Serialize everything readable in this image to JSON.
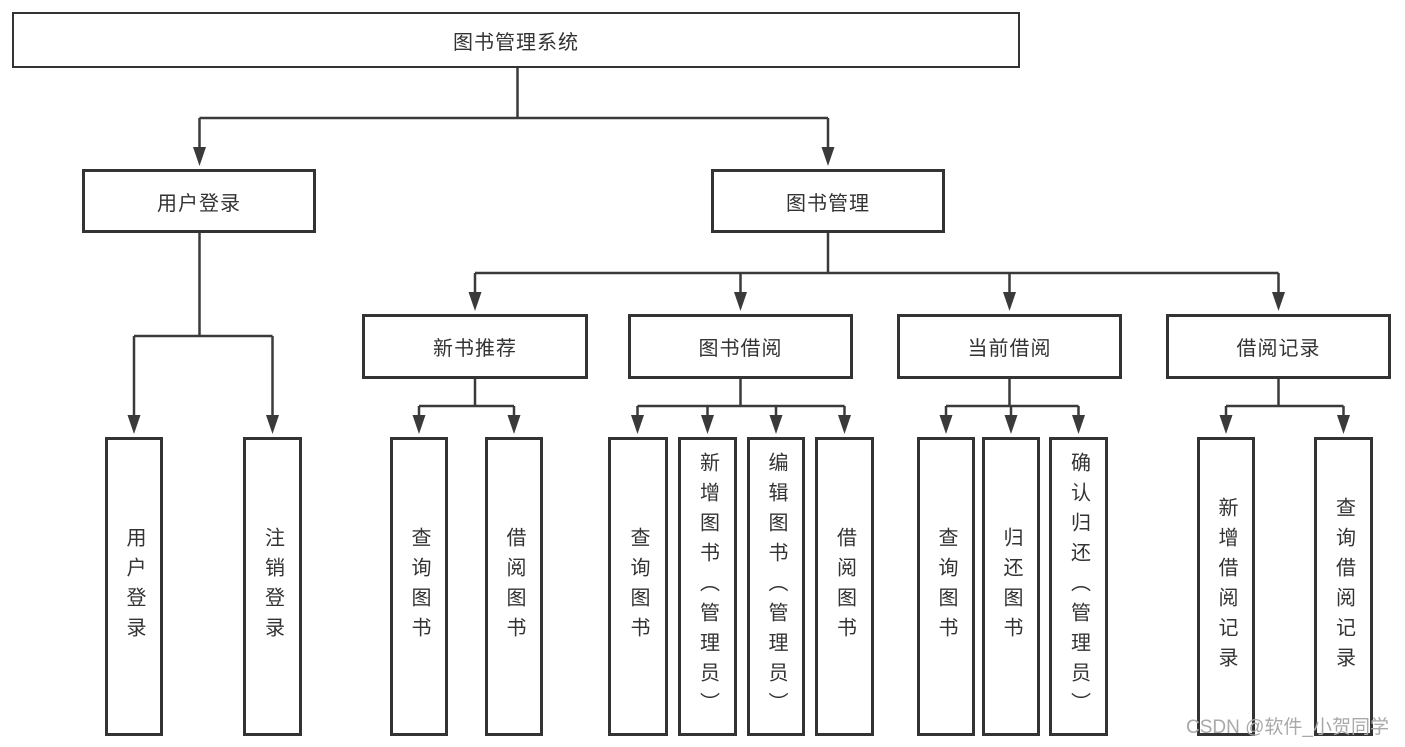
{
  "tree": {
    "root": "图书管理系统",
    "branches": [
      {
        "label": "用户登录",
        "children": [
          "用户登录",
          "注销登录"
        ]
      },
      {
        "label": "图书管理",
        "groups": [
          {
            "label": "新书推荐",
            "children": [
              "查询图书",
              "借阅图书"
            ]
          },
          {
            "label": "图书借阅",
            "children": [
              "查询图书",
              "新增图书（管理员）",
              "编辑图书（管理员）",
              "借阅图书"
            ]
          },
          {
            "label": "当前借阅",
            "children": [
              "查询图书",
              "归还图书",
              "确认归还（管理员）"
            ]
          },
          {
            "label": "借阅记录",
            "children": [
              "新增借阅记录",
              "查询借阅记录"
            ]
          }
        ]
      }
    ]
  },
  "watermark": "CSDN @软件_小贺同学",
  "colors": {
    "line": "#3a3a3a",
    "box_border": "#333333",
    "text": "#333333",
    "background": "#ffffff",
    "watermark_text": "#a9a9a9"
  }
}
